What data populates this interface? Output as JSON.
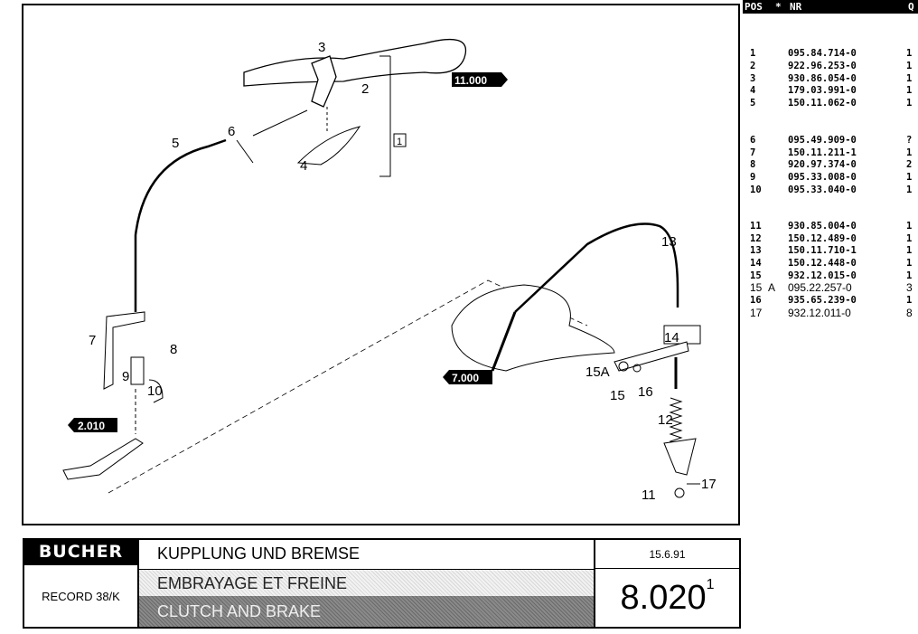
{
  "diagram": {
    "callouts": {
      "c1": "1",
      "c2": "2",
      "c3": "3",
      "c4": "4",
      "c5": "5",
      "c6": "6",
      "c7": "7",
      "c8": "8",
      "c9": "9",
      "c10": "10",
      "c11": "11",
      "c12": "12",
      "c13": "13",
      "c14": "14",
      "c15": "15",
      "c15a": "15A",
      "c16": "16",
      "c17": "17"
    },
    "refs": {
      "r1": "11.000",
      "r2": "2.010",
      "r3": "7.000"
    }
  },
  "parts": {
    "headers": {
      "pos": "POS",
      "star": "*",
      "nr": "NR",
      "q": "Q"
    },
    "rows": [
      {
        "pos": "1",
        "mark": "",
        "nr": "095.84.714-0",
        "q": "1"
      },
      {
        "pos": "2",
        "mark": "",
        "nr": "922.96.253-0",
        "q": "1"
      },
      {
        "pos": "3",
        "mark": "",
        "nr": "930.86.054-0",
        "q": "1"
      },
      {
        "pos": "4",
        "mark": "",
        "nr": "179.03.991-0",
        "q": "1"
      },
      {
        "pos": "5",
        "mark": "",
        "nr": "150.11.062-0",
        "q": "1"
      },
      {
        "pos": "6",
        "mark": "",
        "nr": "095.49.909-0",
        "q": "?"
      },
      {
        "pos": "7",
        "mark": "",
        "nr": "150.11.211-1",
        "q": "1"
      },
      {
        "pos": "8",
        "mark": "",
        "nr": "920.97.374-0",
        "q": "2"
      },
      {
        "pos": "9",
        "mark": "",
        "nr": "095.33.008-0",
        "q": "1"
      },
      {
        "pos": "10",
        "mark": "",
        "nr": "095.33.040-0",
        "q": "1"
      },
      {
        "pos": "11",
        "mark": "",
        "nr": "930.85.004-0",
        "q": "1"
      },
      {
        "pos": "12",
        "mark": "",
        "nr": "150.12.489-0",
        "q": "1"
      },
      {
        "pos": "13",
        "mark": "",
        "nr": "150.11.710-1",
        "q": "1"
      },
      {
        "pos": "14",
        "mark": "",
        "nr": "150.12.448-0",
        "q": "1"
      },
      {
        "pos": "15",
        "mark": "",
        "nr": "932.12.015-0",
        "q": "1"
      },
      {
        "pos": "15",
        "mark": "A",
        "nr": "095.22.257-0",
        "q": "3"
      },
      {
        "pos": "16",
        "mark": "",
        "nr": "935.65.239-0",
        "q": "1"
      },
      {
        "pos": "17",
        "mark": "",
        "nr": "932.12.011-0",
        "q": "8"
      }
    ]
  },
  "title_block": {
    "brand": "BUCHER",
    "model": "RECORD 38/K",
    "title_de": "KUPPLUNG UND BREMSE",
    "title_fr": "EMBRAYAGE ET FREINE",
    "title_en": "CLUTCH AND BRAKE",
    "date": "15.6.91",
    "page_number": "8.020",
    "page_revision": "1"
  }
}
